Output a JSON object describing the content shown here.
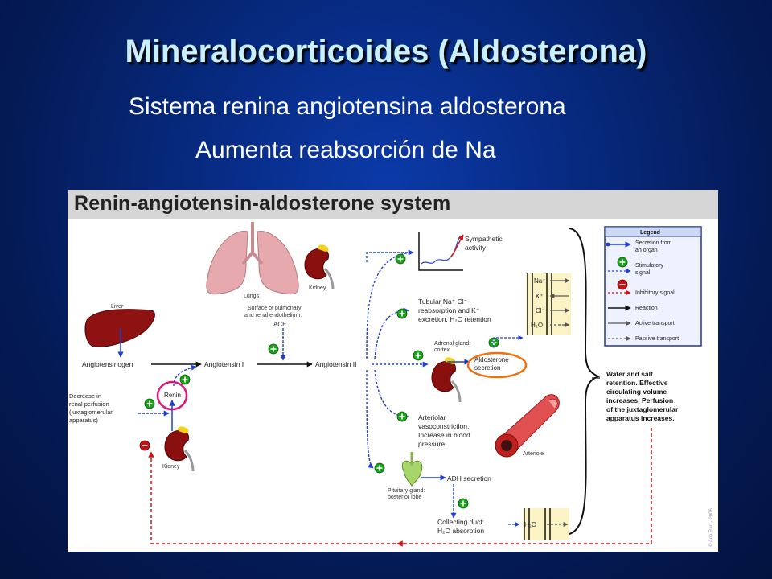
{
  "slide": {
    "title": "Mineralocorticoides (Aldosterona)",
    "subtitle1": "Sistema renina angiotensina aldosterona",
    "subtitle2": "Aumenta reabsorción de Na"
  },
  "figure": {
    "title": "Renin-angiotensin-aldosterone system",
    "labels": {
      "lungs": "Lungs",
      "kidney_top": "Kidney",
      "liver": "Liver",
      "ace_line1": "Surface of pulmonary",
      "ace_line2": "and renal endothelium:",
      "ace_line3": "ACE",
      "angiotensinogen": "Angiotensinogen",
      "angiotensin1": "Angiotensin I",
      "angiotensin2": "Angiotensin II",
      "renin": "Renin",
      "decrease_line1": "Decrease in",
      "decrease_line2": "renal perfusion",
      "decrease_line3": "(juxtaglomerular",
      "decrease_line4": "apparatus)",
      "kidney_bottom": "Kidney",
      "sympathetic_line1": "Sympathetic",
      "sympathetic_line2": "activity",
      "tubular_line1": "Tubular Na⁺ Cl⁻",
      "tubular_line2": "reabsorption and K⁺",
      "tubular_line3": "excretion. H₂O retention",
      "adrenal_line1": "Adrenal gland:",
      "adrenal_line2": "cortex",
      "aldosterone_line1": "Aldosterone",
      "aldosterone_line2": "secretion",
      "arteriolar_line1": "Arteriolar",
      "arteriolar_line2": "vasoconstriction.",
      "arteriolar_line3": "Increase in blood",
      "arteriolar_line4": "pressure",
      "arteriole": "Arteriole",
      "adh": "ADH secretion",
      "pituitary_line1": "Pituitary gland:",
      "pituitary_line2": "posterior lobe",
      "collecting_line1": "Collecting duct:",
      "collecting_line2": "H₂O absorption",
      "ion_na": "Na⁺",
      "ion_k": "K⁺",
      "ion_cl": "Cl⁻",
      "ion_h2o": "H₂O",
      "h2o_bottom": "H₂O",
      "water_line1": "Water and salt",
      "water_line2": "retention. Effective",
      "water_line3": "circulating volume",
      "water_line4": "increases. Perfusion",
      "water_line5": "of the juxtaglomerular",
      "water_line6": "apparatus increases.",
      "copyright": "© Ana Rad · 2006"
    },
    "legend": {
      "title": "Legend",
      "secretion_line1": "Secretion from",
      "secretion_line2": "an organ",
      "stimulatory_line1": "Stimulatory",
      "stimulatory_line2": "signal",
      "inhibitory": "Inhibitory signal",
      "reaction": "Reaction",
      "active": "Active transport",
      "passive": "Passive transport"
    },
    "colors": {
      "secretion_blue": "#1f3fd6",
      "stimulatory_green": "#1aa31a",
      "inhibitory_red": "#d01010",
      "highlight_magenta": "#e0157a",
      "highlight_orange": "#f07010"
    }
  }
}
